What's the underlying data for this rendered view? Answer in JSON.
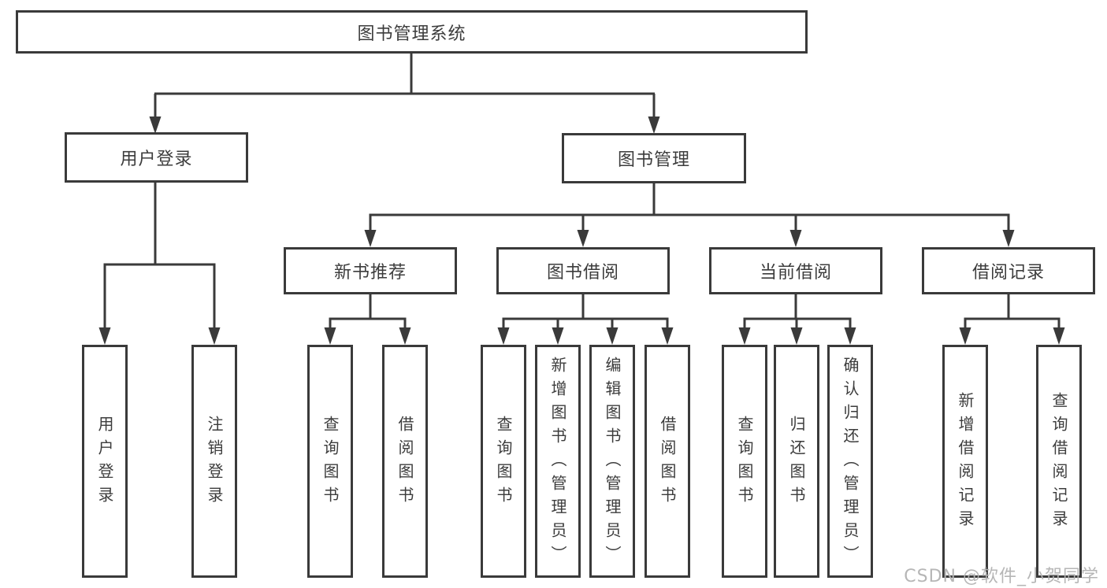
{
  "nodes": {
    "root": "图书管理系统",
    "level2": [
      "用户登录",
      "图书管理"
    ],
    "level3": [
      "新书推荐",
      "图书借阅",
      "当前借阅",
      "借阅记录"
    ],
    "leaves": {
      "user_login": [
        "用户登录",
        "注销登录"
      ],
      "new_book_recommendation": [
        "查询图书",
        "借阅图书"
      ],
      "book_borrowing": [
        "查询图书",
        "新增图书（管理员）",
        "编辑图书（管理员）",
        "借阅图书"
      ],
      "current_borrowing": [
        "查询图书",
        "归还图书",
        "确认归还（管理员）"
      ],
      "borrowing_records": [
        "新增借阅记录",
        "查询借阅记录"
      ]
    }
  },
  "watermark": "CSDN @软件_小贺同学",
  "colors": {
    "line": "#3a3a3a",
    "text": "#3c3c3c",
    "watermark": "#b2b2b2",
    "background": "#ffffff"
  }
}
